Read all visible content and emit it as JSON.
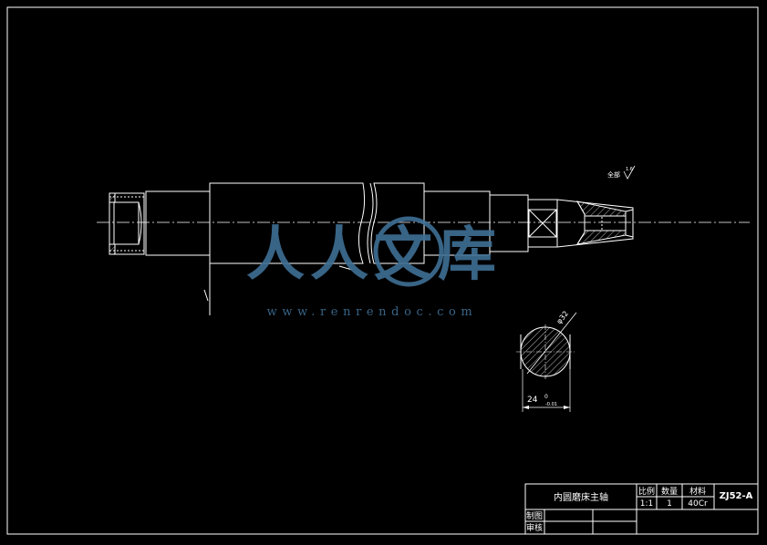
{
  "drawing": {
    "surface_annotation": "全部",
    "roughness_value": "1.6",
    "section_diameter": "φ32",
    "dimension_base": "24",
    "tolerance_upper": "0",
    "tolerance_lower": "-0.01"
  },
  "title_block": {
    "part_name": "内圆磨床主轴",
    "scale_header": "比例",
    "quantity_header": "数量",
    "material_header": "材料",
    "scale_value": "1:1",
    "quantity_value": "1",
    "material_value": "40Cr",
    "drawing_number": "ZJ52-A",
    "drafter_label": "制图",
    "checker_label": "审核"
  },
  "watermark": {
    "text": "人人文库",
    "url": "www.renrendoc.com"
  },
  "colors": {
    "background": "#000000",
    "line": "#ffffff",
    "watermark": "#3f6f95"
  }
}
